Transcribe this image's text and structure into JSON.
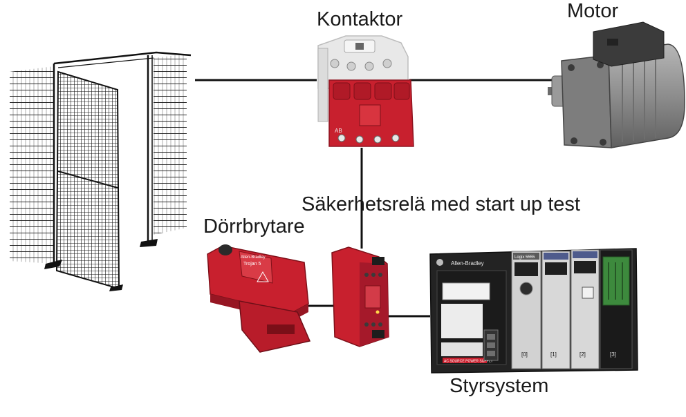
{
  "labels": {
    "contactor": "Kontaktor",
    "motor": "Motor",
    "safety_relay": "Säkerhetsrelä med start up test",
    "door_switch": "Dörrbrytare",
    "control_system": "Styrsystem"
  },
  "device_text": {
    "door_switch_brand": "Allen-Bradley",
    "door_switch_model": "Trojan 5",
    "contactor_mark": "AB",
    "plc_brand": "Allen-Bradley",
    "plc_module_1": "Logix 5555",
    "plc_slots": [
      "[0]",
      "[1]",
      "[2]",
      "[3]"
    ],
    "plc_warning": "AC SOURCE POWER SUPPLY"
  },
  "colors": {
    "line": "#111111",
    "safety_red": "#c8202e",
    "plc_dark": "#1d1d1d",
    "plc_green": "#3d8a3d",
    "motor_gray": "#8e8e8e",
    "contactor_white": "#e9e9e9"
  }
}
